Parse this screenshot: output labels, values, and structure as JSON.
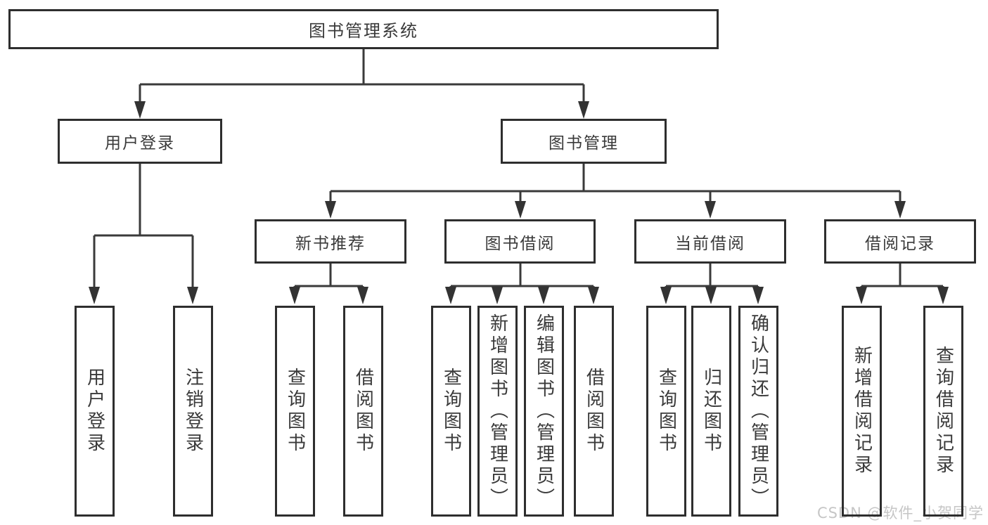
{
  "diagram_type": "function-structure-tree",
  "tree": {
    "label": "图书管理系统",
    "children": [
      {
        "label": "用户登录",
        "children": [
          {
            "label": "用户登录"
          },
          {
            "label": "注销登录"
          }
        ]
      },
      {
        "label": "图书管理",
        "children": [
          {
            "label": "新书推荐",
            "children": [
              {
                "label": "查询图书"
              },
              {
                "label": "借阅图书"
              }
            ]
          },
          {
            "label": "图书借阅",
            "children": [
              {
                "label": "查询图书"
              },
              {
                "label": "新增图书（管理员）"
              },
              {
                "label": "编辑图书（管理员）"
              },
              {
                "label": "借阅图书"
              }
            ]
          },
          {
            "label": "当前借阅",
            "children": [
              {
                "label": "查询图书"
              },
              {
                "label": "归还图书"
              },
              {
                "label": "确认归还（管理员）"
              }
            ]
          },
          {
            "label": "借阅记录",
            "children": [
              {
                "label": "新增借阅记录"
              },
              {
                "label": "查询借阅记录"
              }
            ]
          }
        ]
      }
    ]
  },
  "watermark": {
    "text": "CSDN @软件_小贺同学"
  },
  "colors": {
    "background": "#ffffff",
    "line": "#3a3a3a",
    "box_border": "#2e2e2e",
    "text": "#3a3a3a",
    "arrowhead": "#333333",
    "watermark": "#c6c6c6"
  }
}
